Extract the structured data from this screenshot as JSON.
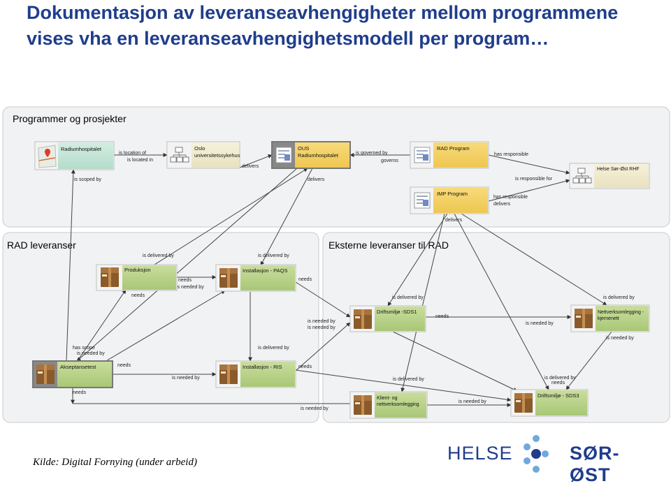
{
  "title": "Dokumentasjon av leveranseavhengigheter mellom programmene vises vha en leveranseavhengighetsmodell per program…",
  "source": "Kilde: Digital Fornying (under arbeid)",
  "logo": {
    "left": "HELSE",
    "right": "SØR-ØST"
  },
  "panels": {
    "programs": "Programmer og prosjekter",
    "rad": "RAD leveranser",
    "external": "Eksterne leveranser til RAD"
  },
  "nodes": {
    "radiumhospitalet": "Radiumhospitalet",
    "oslo": [
      "Oslo",
      "universitetssykehus"
    ],
    "ous": [
      "OUS",
      "Radiumhospitalet"
    ],
    "rad_program": "RAD Program",
    "helse_rhf": "Helse Sør-Øst RHF",
    "imp_program": "IMP Program",
    "produksjon": "Produksjon",
    "installasjon_paqs": "Installasjon - PAQS",
    "aksept": "Akseptansetest",
    "installasjon_ris": "Installasjon - RIS",
    "driftsmiljo_sds1": "Driftsmiljø -SDS1",
    "nettverk_kjernenett": [
      "Nettverksomlegging -",
      "kjernenett"
    ],
    "klient_nettverk": [
      "Klient- og",
      "nettverksomlegging"
    ],
    "driftsmiljo_sds3": "Driftsmiljø - SDS3"
  },
  "edge_labels": {
    "is_location_of": "is location of",
    "is_located_in": "is located in",
    "delivers": "delivers",
    "is_governed_by": "is governed by",
    "governs": "governs",
    "has_responsible": "has responsible",
    "is_responsible_for": "is responsible for",
    "is_scoped_by": "is scoped by",
    "is_delivered_by": "is delivered by",
    "needs": "needs",
    "is_needed_by": "is needed by",
    "has_scope": "has scope"
  }
}
